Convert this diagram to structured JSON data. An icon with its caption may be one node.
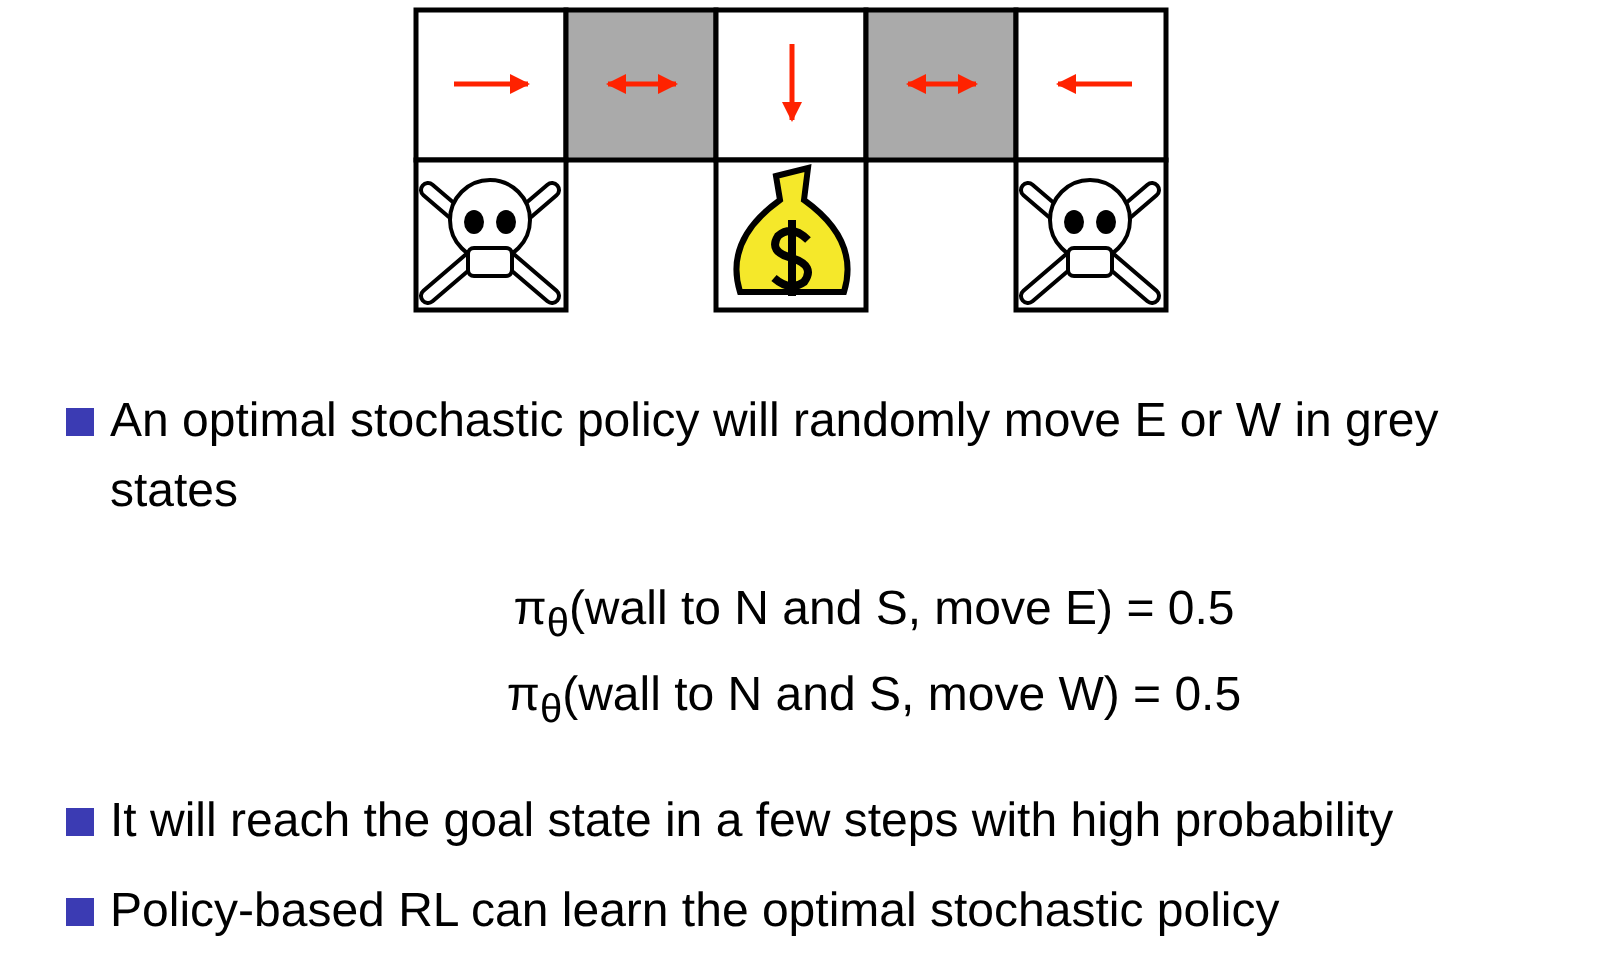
{
  "diagram": {
    "labels": [
      "An optimal stochastic policy will randomly move E or W in grey states",
      "π$_{θ}$(wall to N and S, move E) = 0.5",
      "π$_{θ}$(wall to N and S, move W) = 0.5",
      "It will reach the goal state in a few steps with high probability",
      "Policy-based RL can learn the optimal stochastic policy"
    ]
  }
}
